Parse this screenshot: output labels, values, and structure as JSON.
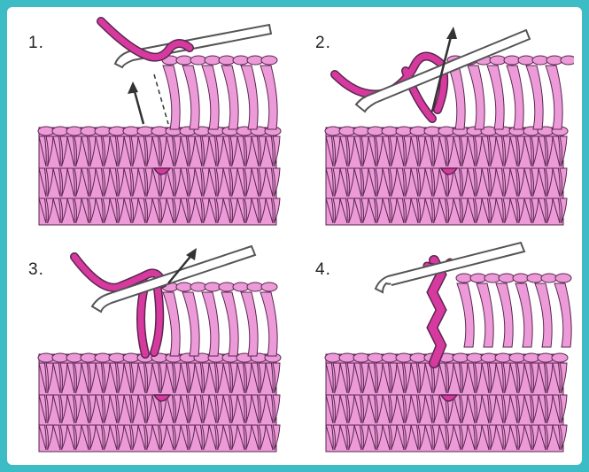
{
  "colors": {
    "border": "#3dbcc6",
    "background": "#ffffff",
    "fabric_fill": "#ec9bd8",
    "fabric_outline": "#5a2550",
    "yarn_fill": "#d63a9e",
    "hook_outline": "#555555",
    "arrow": "#333333"
  },
  "steps": [
    {
      "label": "1."
    },
    {
      "label": "2."
    },
    {
      "label": "3."
    },
    {
      "label": "4."
    }
  ]
}
